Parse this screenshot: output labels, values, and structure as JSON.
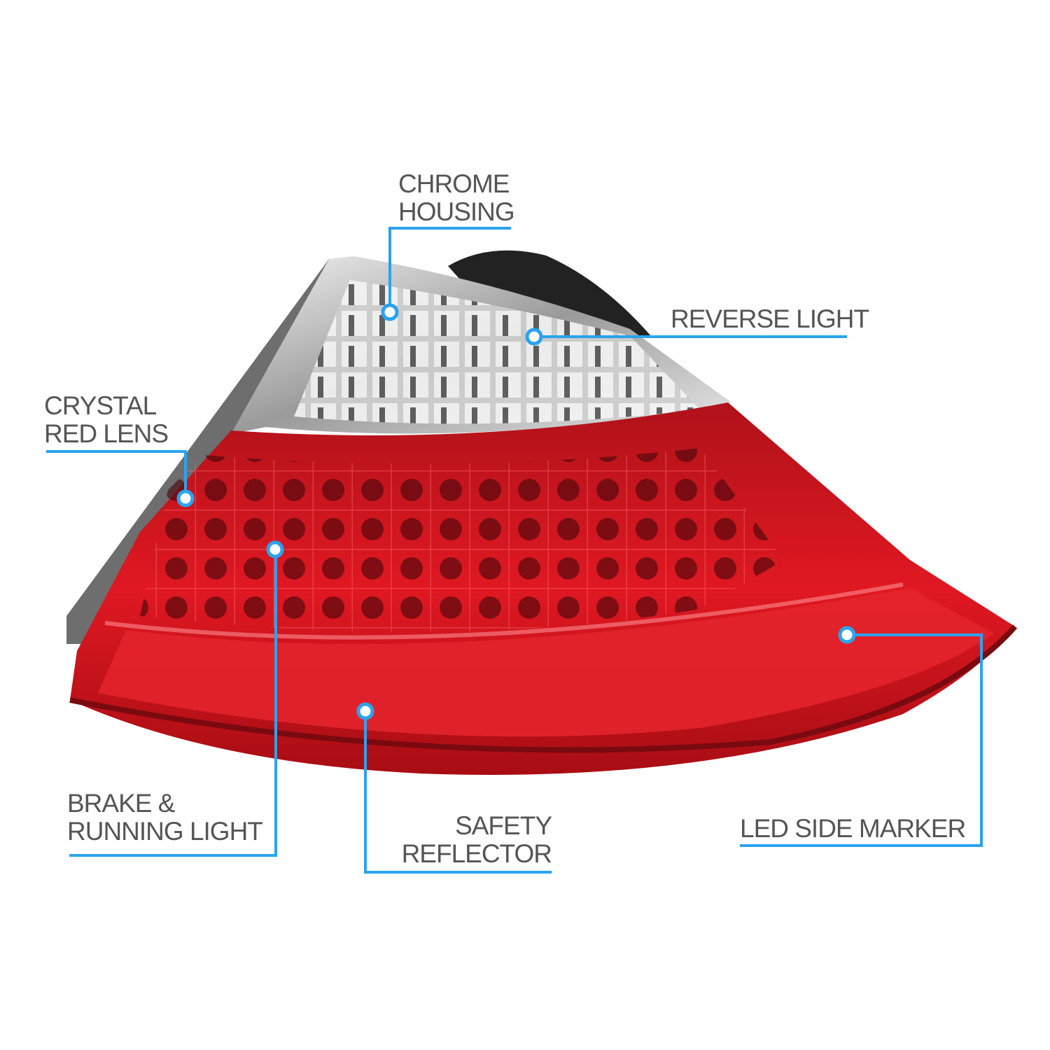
{
  "colors": {
    "callout_line": "#2aa3ee",
    "label_text": "#555555",
    "lens_red": "#d8121c",
    "chrome": "#d9d9d9"
  },
  "callouts": {
    "chrome_housing": {
      "line1": "CHROME",
      "line2": "HOUSING"
    },
    "reverse_light": {
      "line1": "REVERSE LIGHT"
    },
    "crystal_red_lens": {
      "line1": "CRYSTAL",
      "line2": "RED LENS"
    },
    "brake_running_light": {
      "line1": "BRAKE &",
      "line2": "RUNNING LIGHT"
    },
    "safety_reflector": {
      "line1": "SAFETY",
      "line2": "REFLECTOR"
    },
    "led_side_marker": {
      "line1": "LED SIDE MARKER"
    }
  }
}
